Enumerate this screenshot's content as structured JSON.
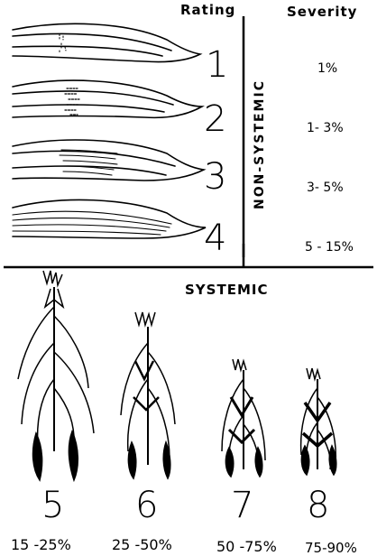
{
  "headers": {
    "rating": "Rating",
    "severity": "Severity"
  },
  "non_systemic": {
    "label": "NON-SYSTEMIC",
    "rows": [
      {
        "rating": "1",
        "severity": "1%"
      },
      {
        "rating": "2",
        "severity": "1- 3%"
      },
      {
        "rating": "3",
        "severity": "3- 5%"
      },
      {
        "rating": "4",
        "severity": "5 - 15%"
      }
    ]
  },
  "systemic": {
    "label": "SYSTEMIC",
    "plants": [
      {
        "rating": "5",
        "severity": "15 -25%"
      },
      {
        "rating": "6",
        "severity": "25 -50%"
      },
      {
        "rating": "7",
        "severity": "50 -75%"
      },
      {
        "rating": "8",
        "severity": "75-90%"
      }
    ]
  }
}
